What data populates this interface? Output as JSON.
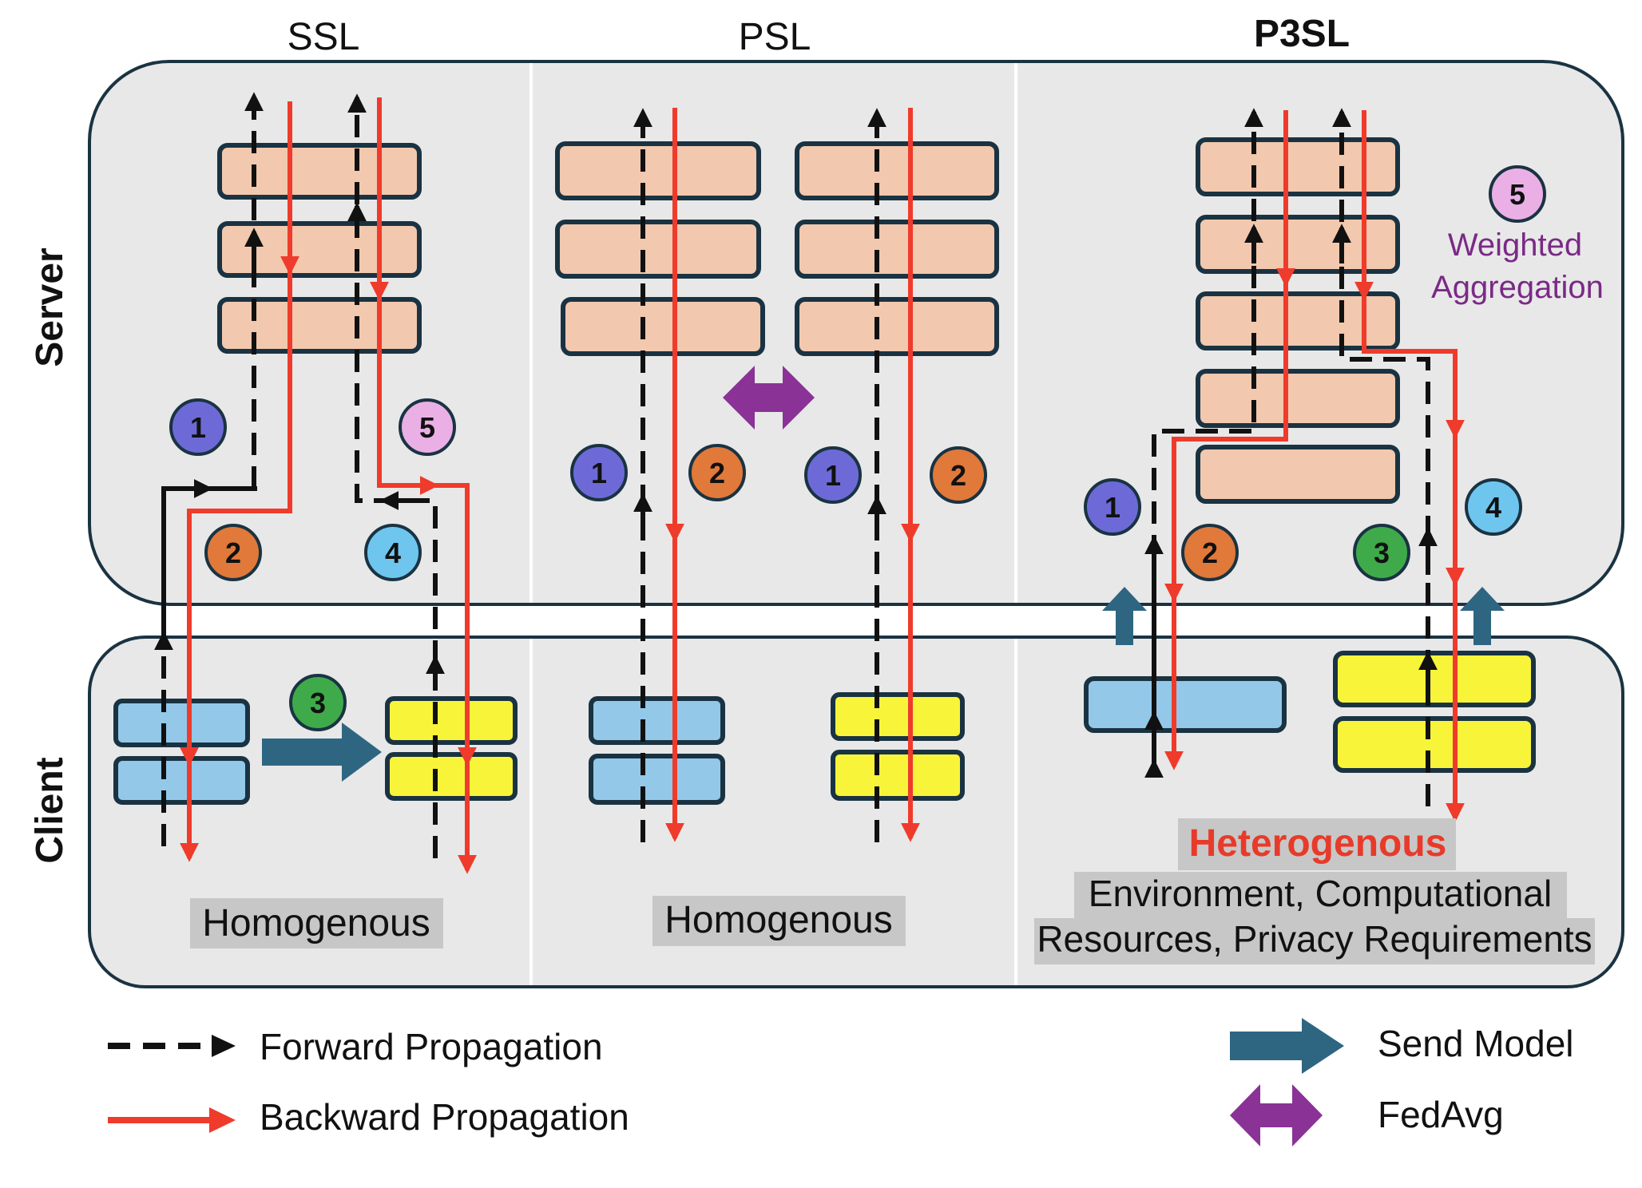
{
  "columns": {
    "ssl": "SSL",
    "psl": "PSL",
    "p3sl": "P3SL"
  },
  "rows": {
    "server": "Server",
    "client": "Client"
  },
  "step_numbers": {
    "one": "1",
    "two": "2",
    "three": "3",
    "four": "4",
    "five": "5"
  },
  "labels": {
    "ssl_homogenous": "Homogenous",
    "psl_homogenous": "Homogenous",
    "weighted": "Weighted",
    "aggregation": "Aggregation",
    "heterogenous": "Heterogenous",
    "env_line1": "Environment, Computational",
    "env_line2": "Resources, Privacy Requirements"
  },
  "legend": {
    "forward": "Forward Propagation",
    "backward": "Backward Propagation",
    "send_model": "Send Model",
    "fedavg": "FedAvg"
  },
  "colors": {
    "panel": "#e8e8e8",
    "panel_border": "#1a3342",
    "server_layer": "#f2c8ae",
    "client_blue": "#93c8e8",
    "client_yellow": "#f7f43a",
    "backward_red": "#ef3b2c",
    "forward_black": "#111111",
    "send_arrow": "#2e6682",
    "fedavg_purple": "#8a3296",
    "step1": "#6d6ad8",
    "step2": "#e0793a",
    "step3": "#3faa4a",
    "step4": "#6ec6ef",
    "step5": "#eab0e6",
    "heterogenous_text": "#e83a2a",
    "weighted_text": "#7a2a86",
    "label_bg": "#c7c7c7"
  }
}
